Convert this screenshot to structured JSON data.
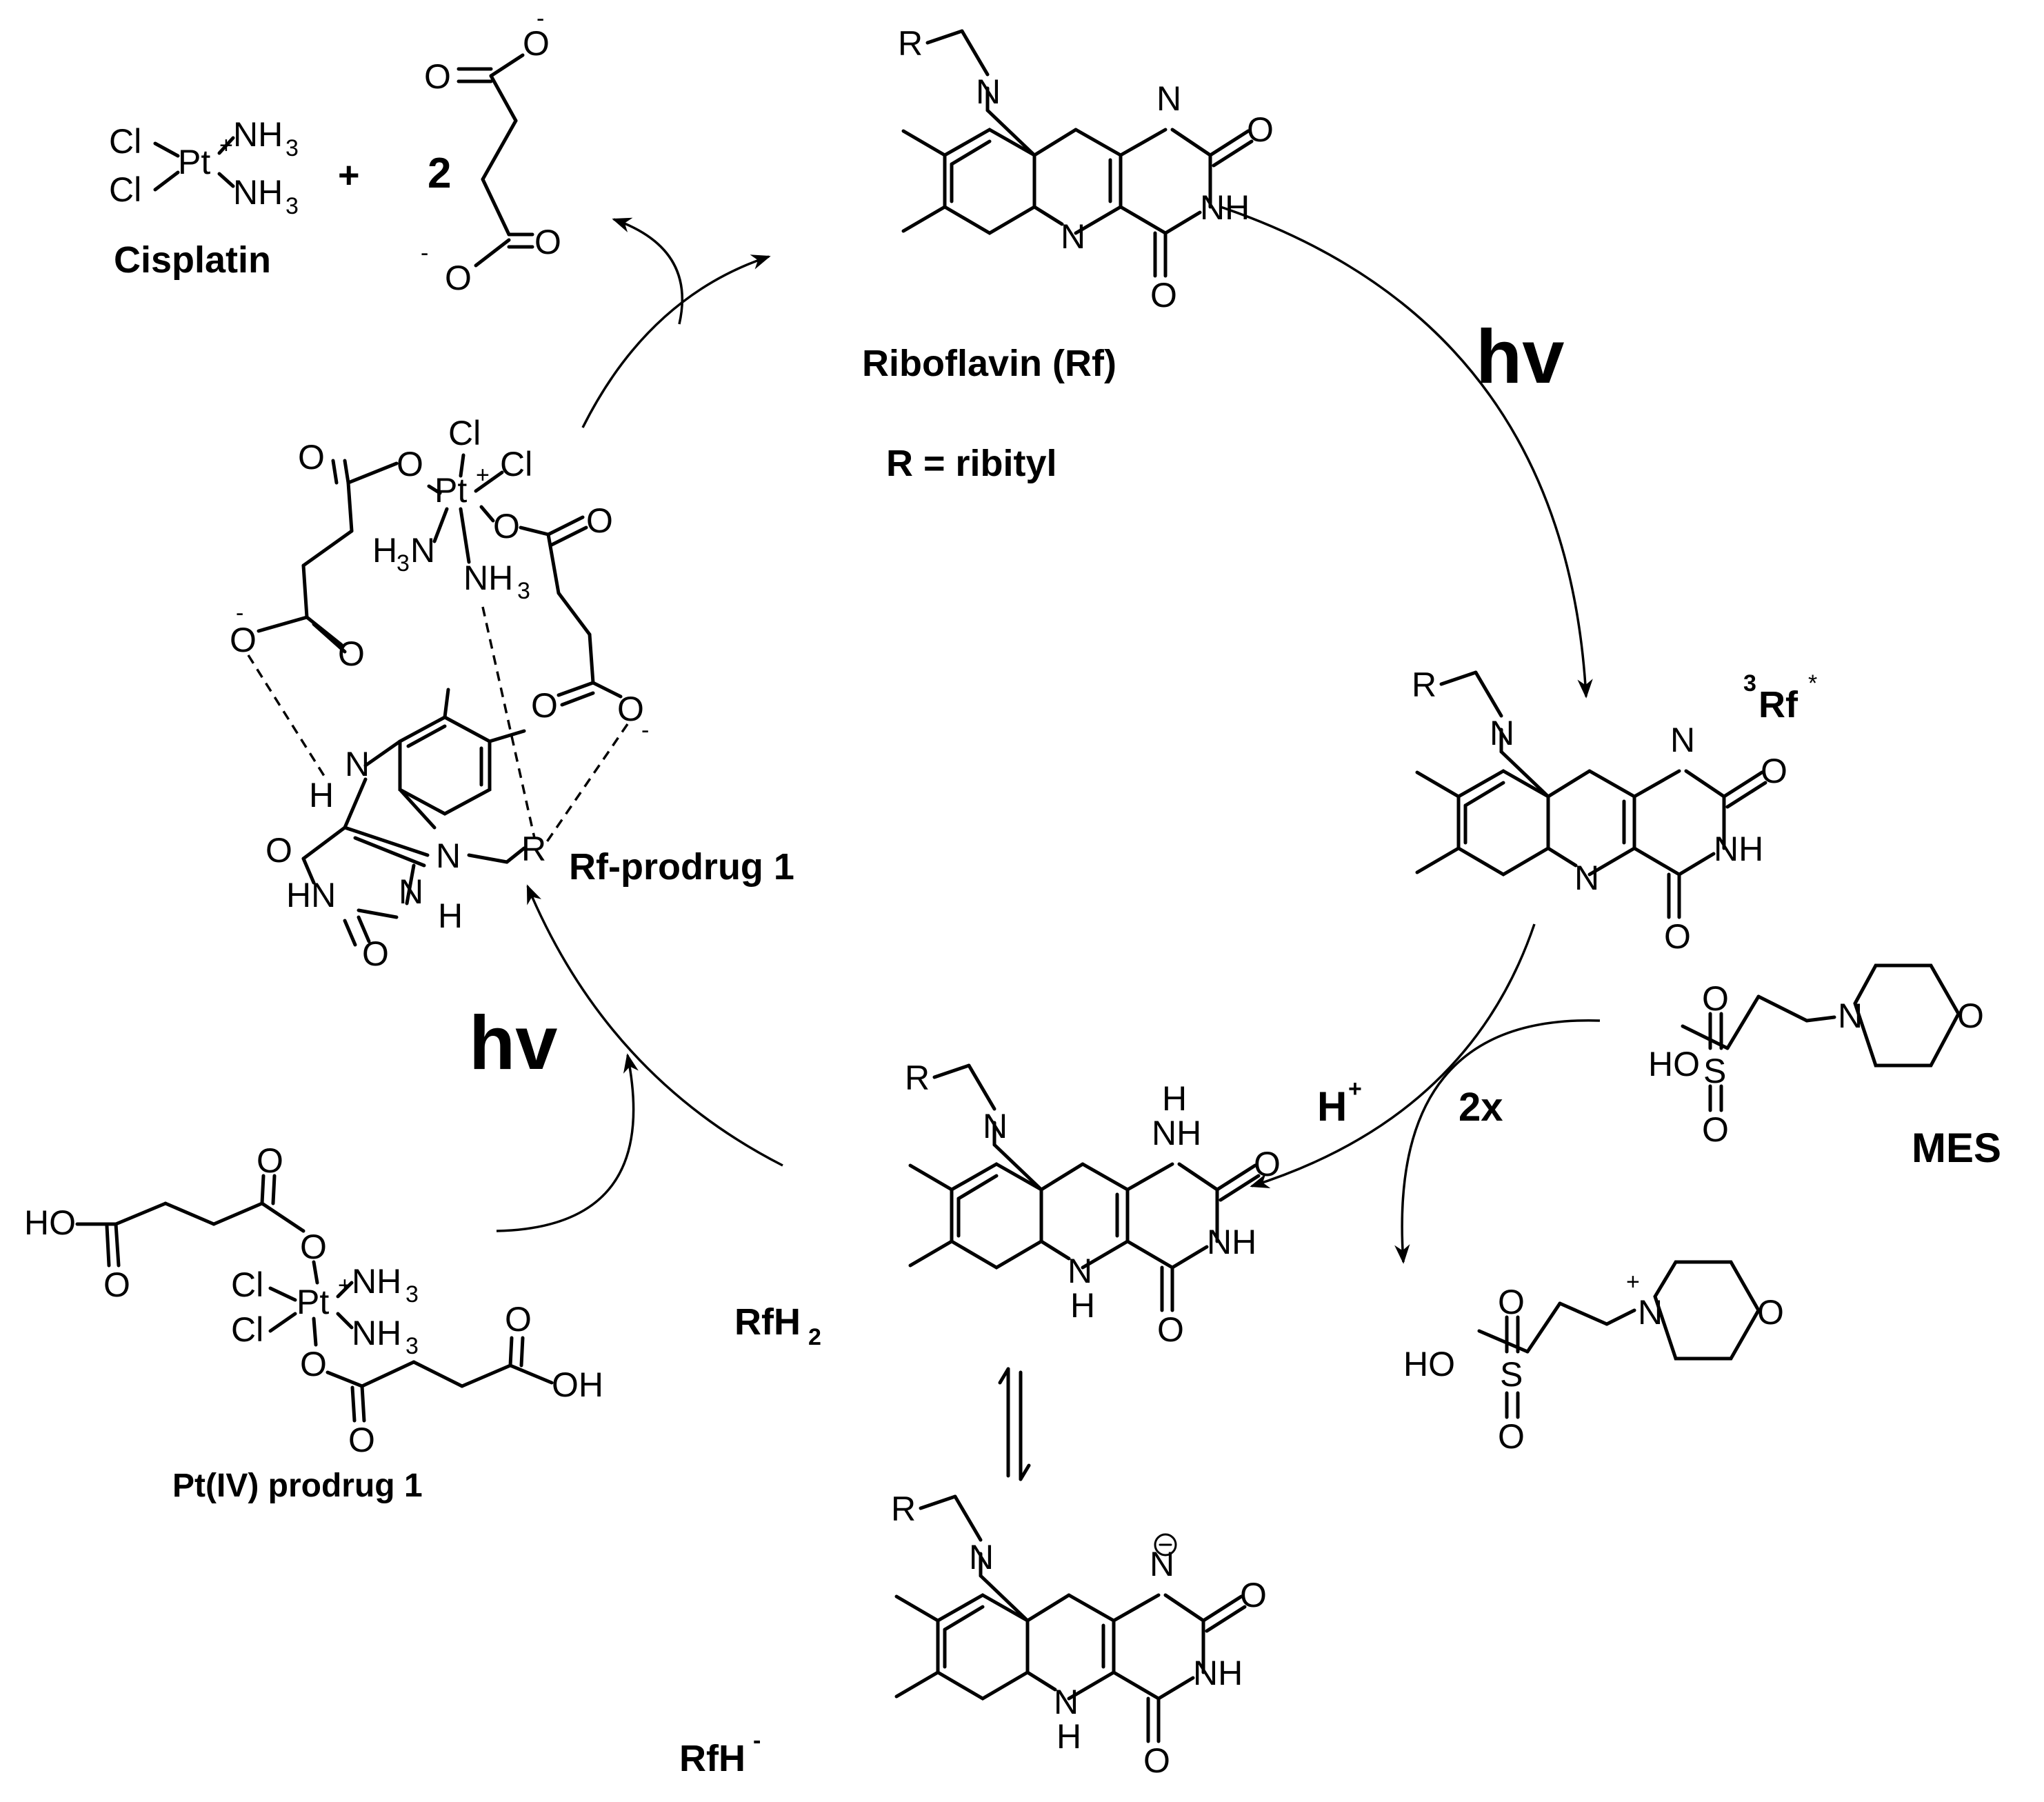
{
  "labels": {
    "cisplatin": "Cisplatin",
    "riboflavin": "Riboflavin (Rf)",
    "r_def": "R = ribityl",
    "triplet_sup": "3",
    "triplet": "Rf",
    "triplet_star": "*",
    "mes": "MES",
    "rfh2": "RfH",
    "rfh2_sub": "2",
    "rfh_minus": "RfH",
    "rfh_minus_sup": "-",
    "rf_prodrug": "Rf-prodrug 1",
    "pt4_prodrug": "Pt(IV) prodrug 1",
    "hv_top": "hv",
    "hv_left": "hv",
    "plus": "+",
    "coef": "2",
    "proton": "H",
    "proton_sup": "+",
    "times2": "2x"
  },
  "atoms": {
    "N": "N",
    "O": "O",
    "H": "H",
    "R": "R",
    "NH": "NH",
    "HN": "HN",
    "Cl": "Cl",
    "Pt": "Pt",
    "S": "S",
    "HO": "HO",
    "OH": "OH",
    "NH3": "NH",
    "H3N": "H",
    "three": "3",
    "minus": "-",
    "plus": "+"
  }
}
